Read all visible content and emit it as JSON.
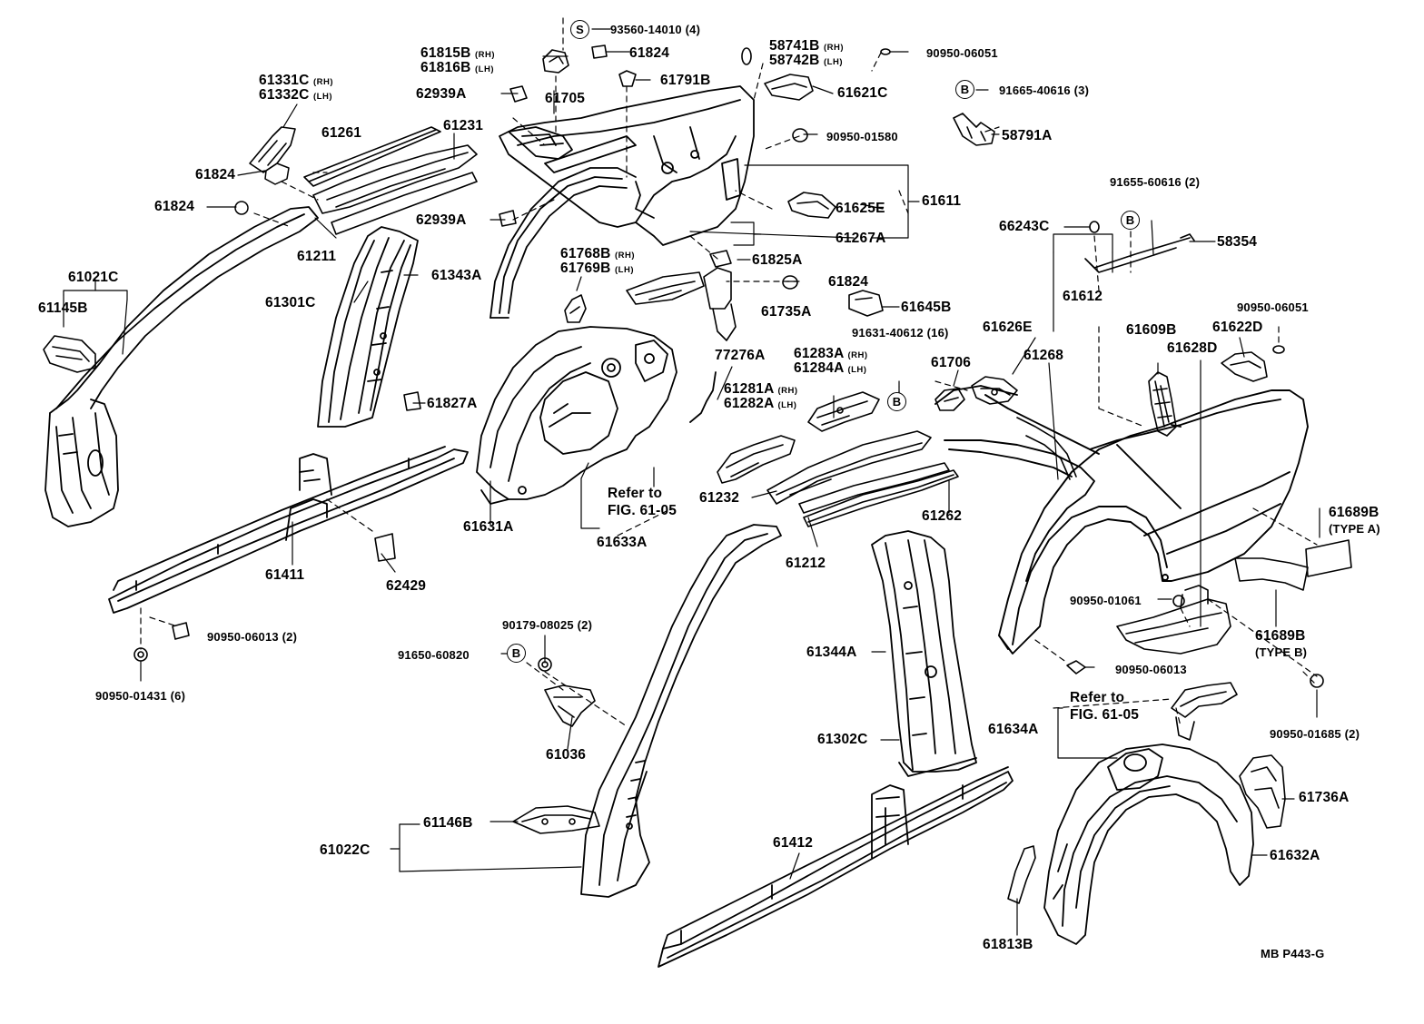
{
  "parts": {
    "p93560": "93560-14010 (4)",
    "p61815b": "61815B",
    "p61816b": "61816B",
    "p61824_a": "61824",
    "p58741b": "58741B",
    "p58742b": "58742B",
    "p90950_06051_a": "90950-06051",
    "p61331c": "61331C",
    "p61332c": "61332C",
    "p62939a_a": "62939A",
    "p61791b": "61791B",
    "p61705": "61705",
    "p61621c": "61621C",
    "p91665": "91665-40616 (3)",
    "p61261": "61261",
    "p61231": "61231",
    "p90950_01580": "90950-01580",
    "p58791a": "58791A",
    "p61824_b": "61824",
    "p61824_c": "61824",
    "p61211": "61211",
    "p62939a_b": "62939A",
    "p61625e": "61625E",
    "p61611": "61611",
    "p61267a": "61267A",
    "p91655": "91655-60616 (2)",
    "p66243c": "66243C",
    "p58354": "58354",
    "p61021c": "61021C",
    "p61145b": "61145B",
    "p61301c": "61301C",
    "p61343a": "61343A",
    "p61768b": "61768B",
    "p61769b": "61769B",
    "p61825a": "61825A",
    "p61824_d": "61824",
    "p61735a": "61735A",
    "p61645b": "61645B",
    "p61612": "61612",
    "p90950_06051_b": "90950-06051",
    "p91631": "91631-40612 (16)",
    "p61626e": "61626E",
    "p61268": "61268",
    "p61609b": "61609B",
    "p61622d": "61622D",
    "p61628d": "61628D",
    "p61706": "61706",
    "p77276a": "77276A",
    "p61283a": "61283A",
    "p61284a": "61284A",
    "p61281a": "61281A",
    "p61282a": "61282A",
    "p61827a": "61827A",
    "refer_to": "Refer to",
    "fig_61_05": "FIG. 61-05",
    "p61232": "61232",
    "p61262": "61262",
    "p61631a": "61631A",
    "p61633a": "61633A",
    "p61411": "61411",
    "p62429": "62429",
    "p61212": "61212",
    "p61689b_a": "61689B",
    "type_a": "(TYPE  A)",
    "p90950_01061": "90950-01061",
    "p61689b_b": "61689B",
    "type_b": "(TYPE B)",
    "p90950_06013_a": "90950-06013 (2)",
    "p90179": "90179-08025 (2)",
    "p91650": "91650-60820",
    "p90950_01431": "90950-01431 (6)",
    "p61344a": "61344A",
    "p90950_06013_b": "90950-06013",
    "p61634a": "61634A",
    "p90950_01685": "90950-01685 (2)",
    "p61036": "61036",
    "p61302c": "61302C",
    "p61736a": "61736A",
    "p61146b": "61146B",
    "p61022c": "61022C",
    "p61412": "61412",
    "p61632a": "61632A",
    "p61813b": "61813B",
    "code": "MB P443-G"
  },
  "side": {
    "rh": "(RH)",
    "lh": "(LH)"
  },
  "marks": {
    "s": "S",
    "b": "B"
  }
}
